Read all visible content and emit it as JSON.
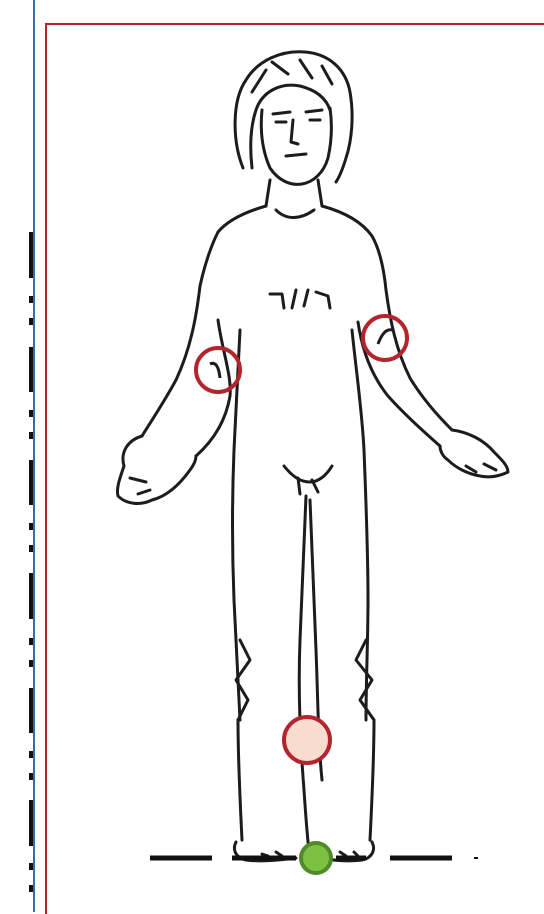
{
  "figure": "front-view-body-sketch",
  "colors": {
    "left_panel_border": "#2f6fb3",
    "right_panel_border": "#b3242c",
    "marker_ring": "#b3242c",
    "marker_fill_knee": "#f8dccd",
    "ground_point_fill": "#7cc242",
    "ground_point_stroke": "#4f8a2b",
    "sketch_line": "#1c1c1c",
    "dash_line": "#111111"
  },
  "markers": [
    {
      "id": "right-elbow",
      "filled": false
    },
    {
      "id": "left-elbow",
      "filled": false
    },
    {
      "id": "knee",
      "filled": true
    }
  ],
  "ground_point": {
    "id": "foot-contact"
  }
}
